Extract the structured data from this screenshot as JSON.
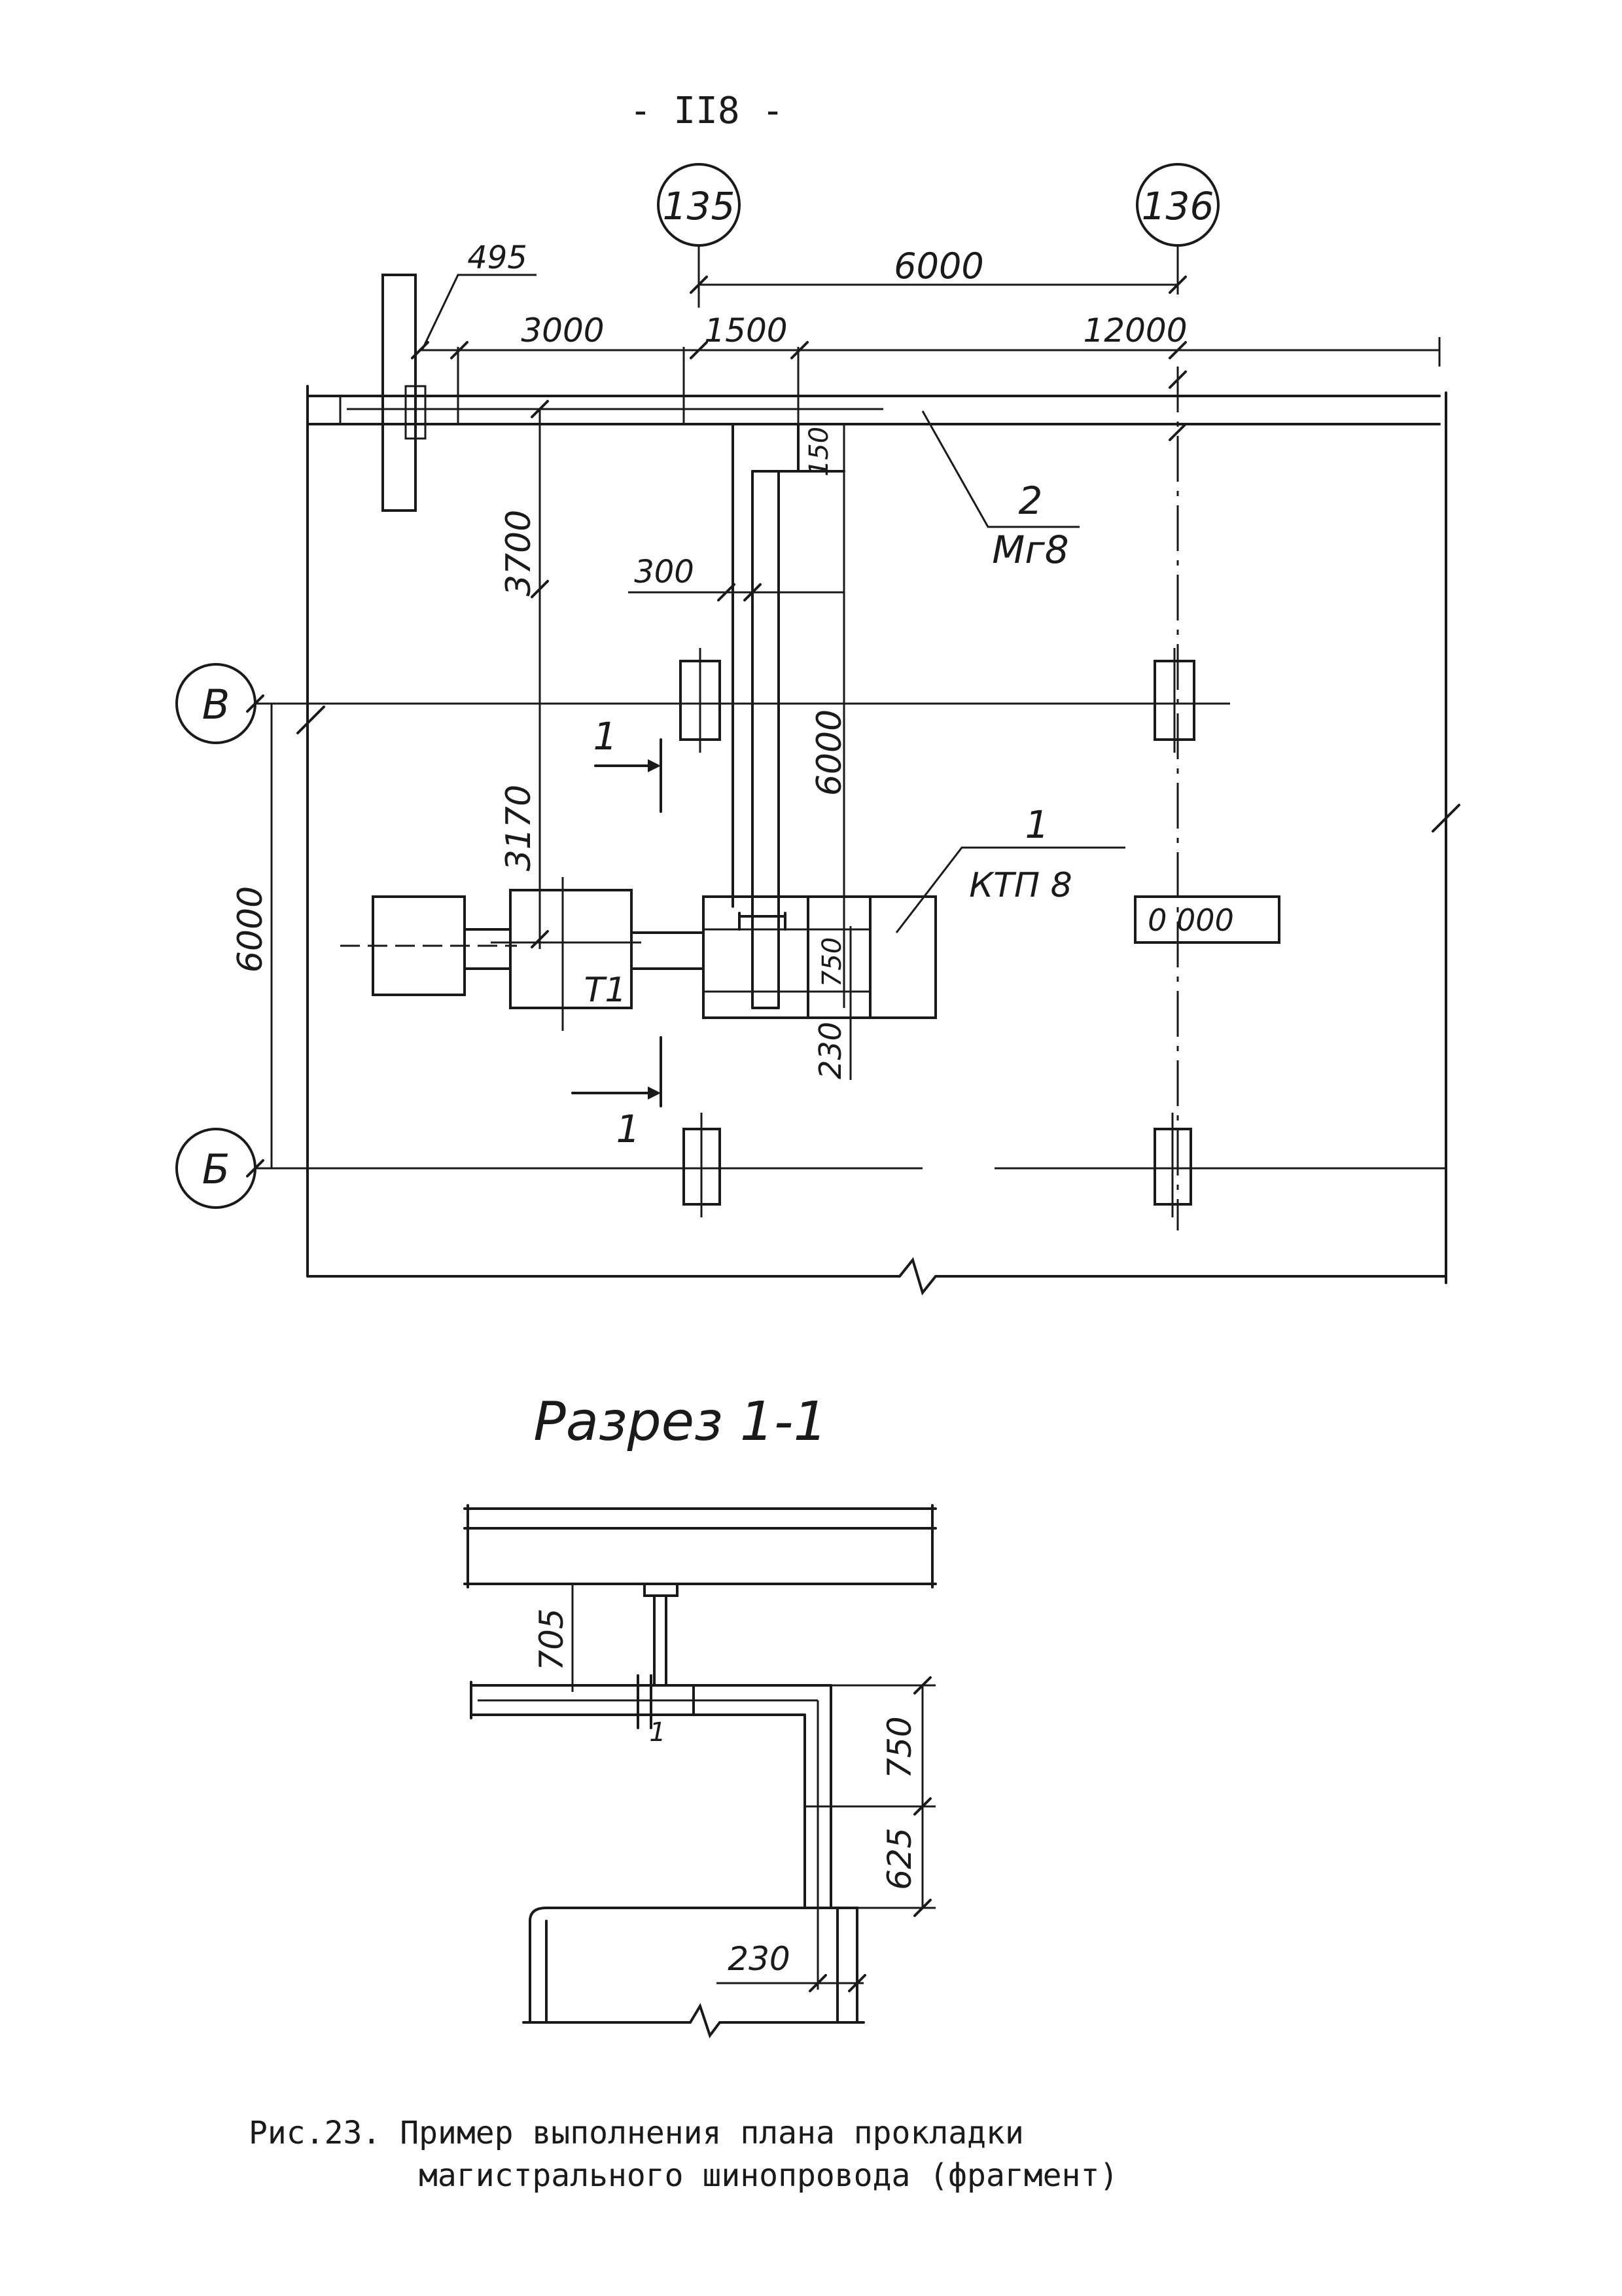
{
  "page_number": "- II8 -",
  "axes": {
    "col_135": "135",
    "col_136": "136",
    "row_B": "В",
    "row_6": "Б"
  },
  "plan_dims": {
    "d495": "495",
    "d3000": "3000",
    "d1500": "1500",
    "d6000_top": "6000",
    "d12000": "12000",
    "d150": "150",
    "d3700": "3700",
    "d300": "300",
    "d6000_vert": "6000",
    "d3170": "3170",
    "d6000_left": "6000",
    "d750": "750",
    "d230": "230"
  },
  "labels": {
    "busway_num": "2",
    "busway_code": "Мг8",
    "ktp_num": "1",
    "ktp_code": "КТП 8",
    "transformer": "Т1",
    "level_mark": "0 000",
    "section_mark_top": "1",
    "section_mark_bottom": "1"
  },
  "section": {
    "title": "Разрез 1-1",
    "d705": "705",
    "d750": "750",
    "d625": "625",
    "d230": "230",
    "mark": "1"
  },
  "caption": {
    "line1": "Рис.23. Пример выполнения плана прокладки",
    "line2": "магистрального шинопровода (фрагмент)"
  }
}
